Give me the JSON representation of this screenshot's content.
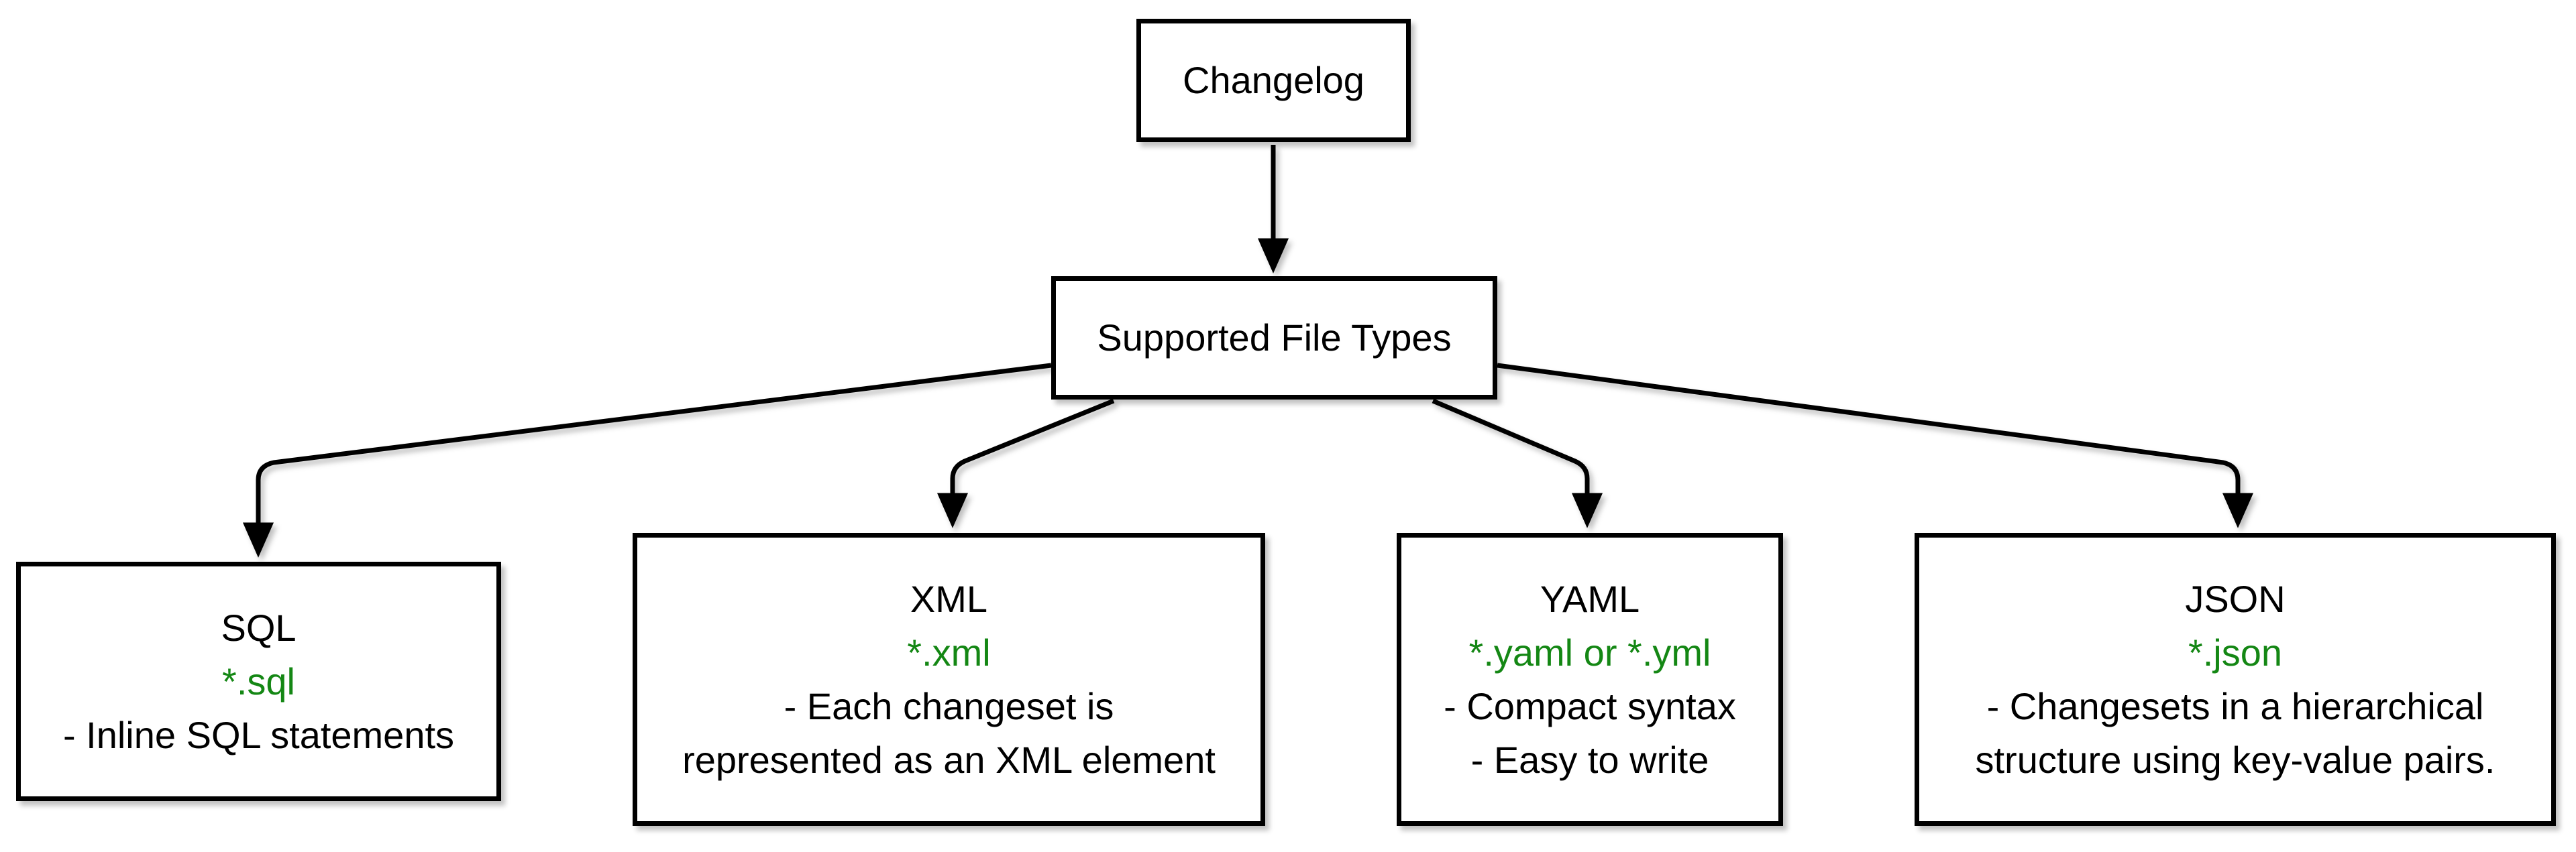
{
  "diagram": {
    "root": {
      "label": "Changelog"
    },
    "hub": {
      "label": "Supported File Types"
    },
    "file_types": [
      {
        "id": "sql",
        "name": "SQL",
        "extension": "*.sql",
        "details": [
          "- Inline SQL statements"
        ]
      },
      {
        "id": "xml",
        "name": "XML",
        "extension": "*.xml",
        "details": [
          "- Each changeset is",
          "represented as an XML element"
        ]
      },
      {
        "id": "yaml",
        "name": "YAML",
        "extension": "*.yaml or *.yml",
        "details": [
          "- Compact syntax",
          "- Easy to write"
        ]
      },
      {
        "id": "json",
        "name": "JSON",
        "extension": "*.json",
        "details": [
          "- Changesets in a hierarchical",
          "structure using key-value pairs."
        ]
      }
    ],
    "edges": [
      {
        "from": "Changelog",
        "to": "Supported File Types"
      },
      {
        "from": "Supported File Types",
        "to": "SQL"
      },
      {
        "from": "Supported File Types",
        "to": "XML"
      },
      {
        "from": "Supported File Types",
        "to": "YAML"
      },
      {
        "from": "Supported File Types",
        "to": "JSON"
      }
    ],
    "colors": {
      "extension_green": "#148714",
      "stroke": "#000000",
      "box_fill": "#ffffff"
    }
  }
}
